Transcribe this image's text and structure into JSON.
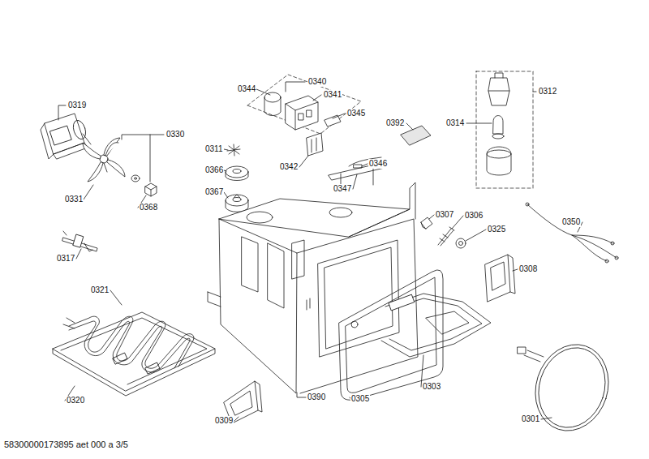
{
  "diagram": {
    "labels": [
      "0344",
      "0340",
      "0341",
      "0345",
      "0319",
      "0330",
      "0311",
      "0392",
      "0314",
      "0312",
      "0366",
      "0346",
      "0342",
      "0347",
      "0331",
      "0368",
      "0367",
      "0307",
      "0306",
      "0350",
      "0325",
      "0317",
      "0308",
      "0321",
      "0320",
      "0390",
      "0305",
      "0303",
      "0309",
      "0301",
      "58300000173895 aet 000 a 3/5"
    ]
  }
}
